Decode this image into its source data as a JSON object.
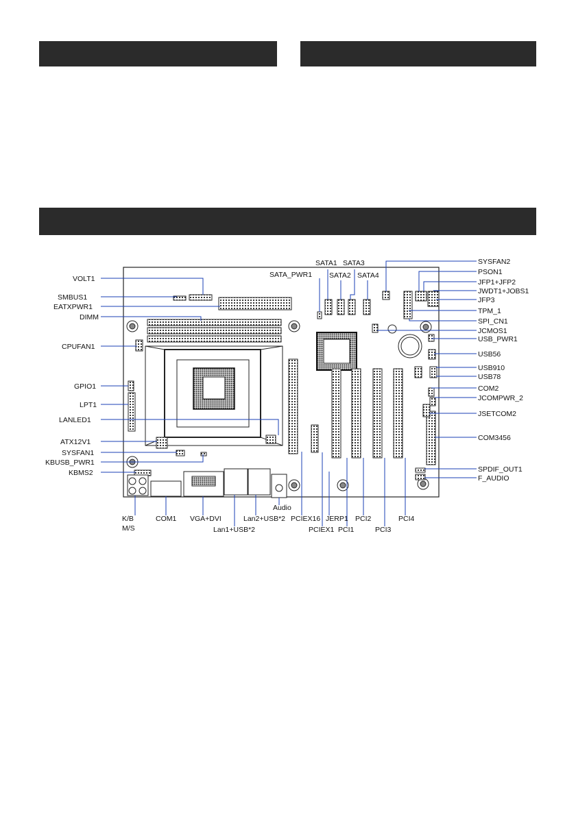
{
  "header_bars": [
    {
      "name": "header-bar-left",
      "text": ""
    },
    {
      "name": "header-bar-right",
      "text": ""
    },
    {
      "name": "header-bar-full",
      "text": ""
    }
  ],
  "labels": {
    "volt1": "VOLT1",
    "smbus1": "SMBUS1",
    "eatxpwr1": "EATXPWR1",
    "dimm": "DIMM",
    "cpufan1": "CPUFAN1",
    "gpio1": "GPIO1",
    "lpt1": "LPT1",
    "lanled1": "LANLED1",
    "atx12v1": "ATX12V1",
    "sysfan1": "SYSFAN1",
    "kbusb_pwr1": "KBUSB_PWR1",
    "kbms2": "KBMS2",
    "kb": "K/B",
    "ms": "M/S",
    "com1": "COM1",
    "vga_dvi": "VGA+DVI",
    "lan1_usb2": "Lan1+USB*2",
    "lan2_usb2": "Lan2+USB*2",
    "audio": "Audio",
    "pciex16": "PCIEX16",
    "pciex1": "PCIEX1",
    "jerp1": "JERP1",
    "pci1": "PCI1",
    "pci2": "PCI2",
    "pci3": "PCI3",
    "pci4": "PCI4",
    "sata_pwr1": "SATA_PWR1",
    "sata1": "SATA1",
    "sata2": "SATA2",
    "sata3": "SATA3",
    "sata4": "SATA4",
    "sysfan2": "SYSFAN2",
    "pson1": "PSON1",
    "jfp1_jfp2": "JFP1+JFP2",
    "jwdt1_jobs1": "JWDT1+JOBS1",
    "jfp3": "JFP3",
    "tpm_1": "TPM_1",
    "spi_cn1": "SPI_CN1",
    "jcmos1": "JCMOS1",
    "usb_pwr1": "USB_PWR1",
    "usb56": "USB56",
    "usb910": "USB910",
    "usb78": "USB78",
    "com2": "COM2",
    "jcompwr_2": "JCOMPWR_2",
    "jsetcom2": "JSETCOM2",
    "com3456": "COM3456",
    "spdif_out1": "SPDIF_OUT1",
    "f_audio": "F_AUDIO"
  },
  "colors": {
    "bar": "#2b2b2b",
    "leader_line": "#1a3fb5",
    "drawing": "#222222"
  }
}
